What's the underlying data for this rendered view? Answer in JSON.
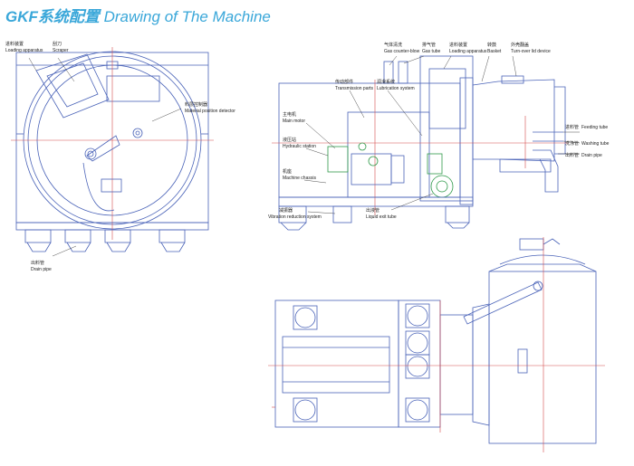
{
  "header": {
    "title_prefix": "GKF系统配置",
    "title_suffix": " Drawing of The Machine"
  },
  "colors": {
    "title": "#3aa7d9",
    "outline": "#4a63b8",
    "center_line": "#d64a4a",
    "accessory": "#2f9a4a"
  },
  "front_view": {
    "labels": {
      "loading_cn": "进料装置",
      "loading_en": "Loading apparatus",
      "scraper_cn": "刮刀",
      "scraper_en": "Scraper",
      "detector_cn": "料层控制器",
      "detector_en": "Material position detector",
      "drain_cn": "出料管",
      "drain_en": "Drain pipe"
    }
  },
  "side_view": {
    "labels": {
      "blow_cn": "气体清洗",
      "blow_en": "Gas counter-blow",
      "gas_tube_cn": "排气管",
      "gas_tube_en": "Gas tube",
      "loading_cn": "进料装置",
      "loading_en": "Loading apparatus",
      "basket_cn": "转鼓",
      "basket_en": "Basket",
      "turn_cn": "外壳翻盖",
      "turn_en": "Turn-over lid device",
      "trans_cn": "传动部件",
      "trans_en": "Transmission parts",
      "lube_cn": "润滑系统",
      "lube_en": "Lubrication system",
      "motor_cn": "主电机",
      "motor_en": "Main motor",
      "hyd_cn": "液压站",
      "hyd_en": "Hydraulic station",
      "chassis_cn": "机座",
      "chassis_en": "Machine chassis",
      "vib_cn": "减振器",
      "vib_en": "Vibration reduction system",
      "liquid_cn": "出液管",
      "liquid_en": "Liquid exit tube",
      "feed_cn": "进料管",
      "feed_en": "Feeding tube",
      "wash_cn": "洗涤管",
      "wash_en": "Washing tube",
      "drain_cn": "出料管",
      "drain_en": "Drain pipe"
    }
  }
}
